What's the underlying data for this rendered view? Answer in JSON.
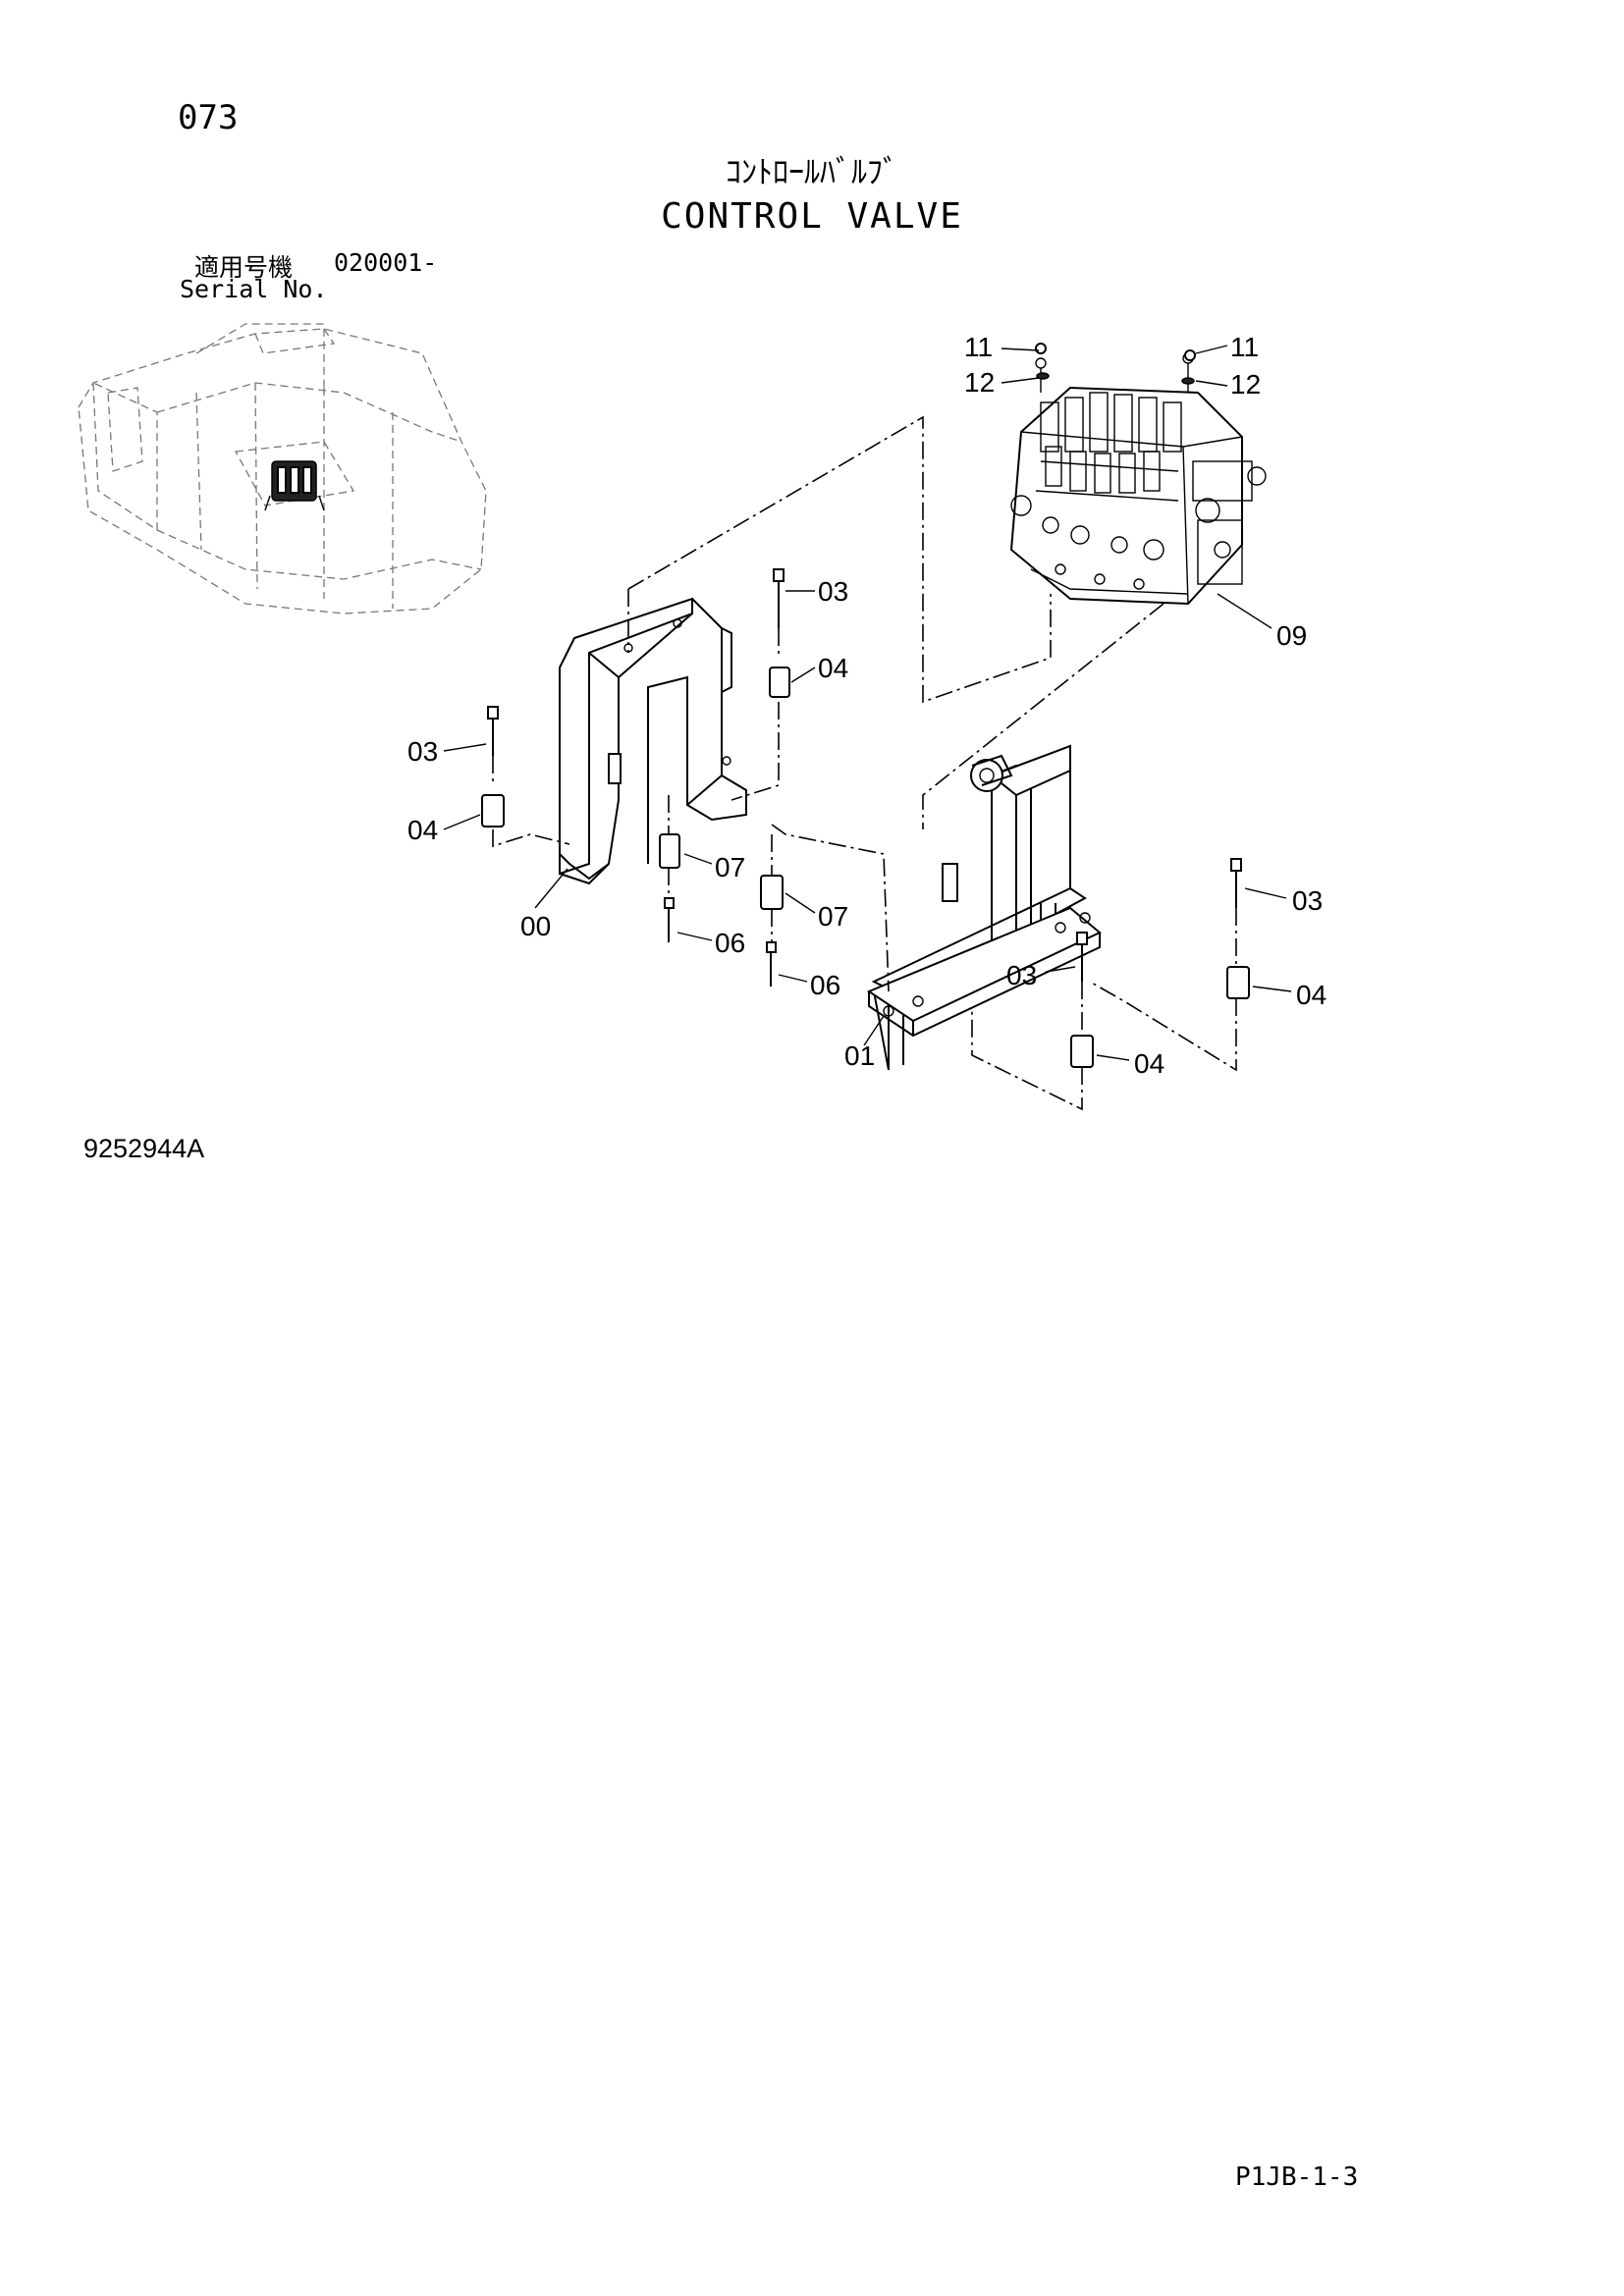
{
  "page": {
    "page_number": "073",
    "title_jp": "ｺﾝﾄﾛｰﾙﾊﾞﾙﾌﾞ",
    "title_en": "CONTROL VALVE",
    "serial_label_jp": "適用号機",
    "serial_value": "020001-",
    "serial_label_en": "Serial No.",
    "drawing_number": "9252944A",
    "sheet_code": "P1JB-1-3"
  },
  "callouts": [
    {
      "id": "c11a",
      "label": "11"
    },
    {
      "id": "c12a",
      "label": "12"
    },
    {
      "id": "c11b",
      "label": "11"
    },
    {
      "id": "c12b",
      "label": "12"
    },
    {
      "id": "c09",
      "label": "09"
    },
    {
      "id": "c03a",
      "label": "03"
    },
    {
      "id": "c04a",
      "label": "04"
    },
    {
      "id": "c03b",
      "label": "03"
    },
    {
      "id": "c04b",
      "label": "04"
    },
    {
      "id": "c00",
      "label": "00"
    },
    {
      "id": "c07a",
      "label": "07"
    },
    {
      "id": "c06a",
      "label": "06"
    },
    {
      "id": "c07b",
      "label": "07"
    },
    {
      "id": "c06b",
      "label": "06"
    },
    {
      "id": "c03c",
      "label": "03"
    },
    {
      "id": "c04c",
      "label": "04"
    },
    {
      "id": "c03d",
      "label": "03"
    },
    {
      "id": "c04d",
      "label": "04"
    },
    {
      "id": "c01",
      "label": "01"
    }
  ]
}
